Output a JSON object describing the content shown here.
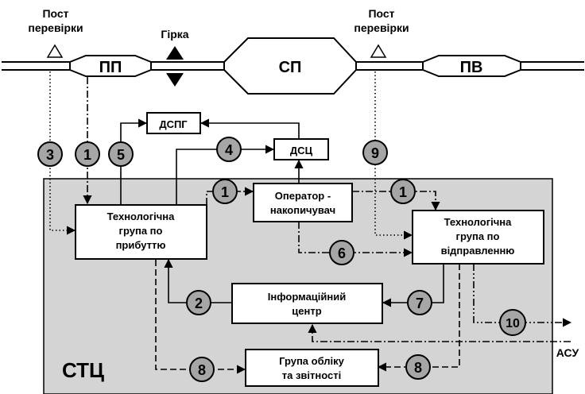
{
  "labels": {
    "post_left": [
      "Пост",
      "перевірки"
    ],
    "post_right": [
      "Пост",
      "перевірки"
    ],
    "hump": "Гірка",
    "park_arrival": "ПП",
    "park_sort": "СП",
    "park_depart": "ПВ",
    "dspg": "ДСПГ",
    "dsc": "ДСЦ",
    "stc": "СТЦ",
    "asu": "АСУ"
  },
  "boxes": {
    "arrival_group": [
      "Технологічна",
      "група по",
      "прибуттю"
    ],
    "operator": [
      "Оператор -",
      "накопичувач"
    ],
    "departure_group": [
      "Технологічна",
      "група по",
      "відправленню"
    ],
    "info_center": [
      "Інформаційний",
      "центр"
    ],
    "accounting": [
      "Група обліку",
      "та звітності"
    ]
  },
  "markers": [
    "3",
    "1",
    "5",
    "4",
    "9",
    "1",
    "1",
    "6",
    "2",
    "7",
    "10",
    "8",
    "8"
  ],
  "colors": {
    "stc_background": "#d4d4d4",
    "marker_fill": "#a6a6a6",
    "line": "#000000"
  }
}
